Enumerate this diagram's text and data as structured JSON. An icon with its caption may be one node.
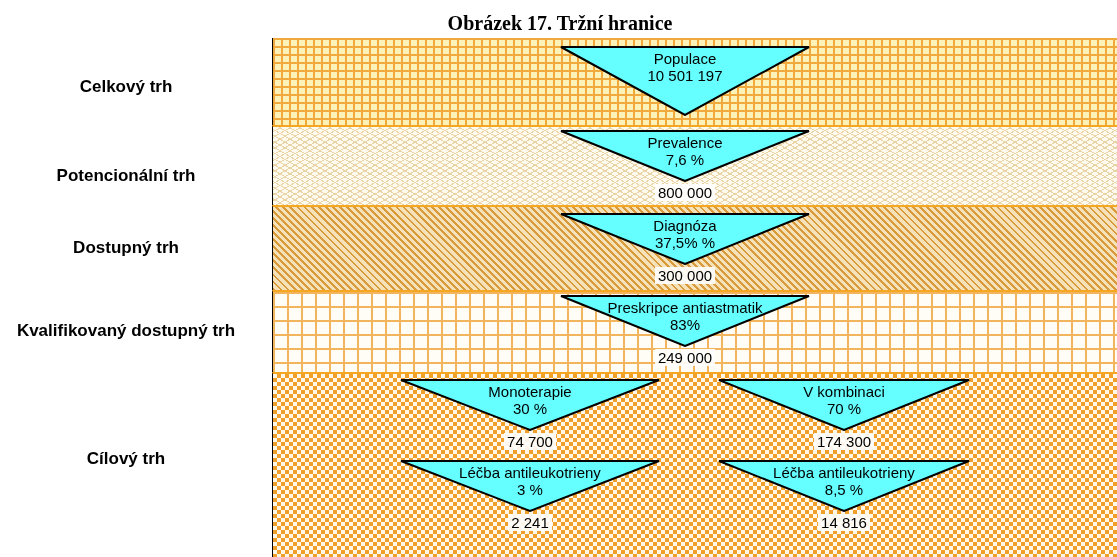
{
  "diagram": {
    "title": "Obrázek 17. Tržní hranice",
    "nodes": [
      {
        "text": [
          "Celkový trh"
        ]
      },
      {
        "text": [
          "Populace",
          "10 501 197"
        ],
        "in": 0
      },
      {
        "text": [
          "Potencionální trh"
        ]
      },
      {
        "text": [
          "Prevalence",
          "7,6 %",
          "800 000"
        ],
        "in": 2
      },
      {
        "text": [
          "Dostupný trh"
        ]
      },
      {
        "text": [
          "Diagnóza",
          "37,5% %",
          "300 000"
        ],
        "in": 4
      },
      {
        "text": [
          "Kvalifikovaný dostupný trh"
        ]
      },
      {
        "text": [
          "Preskripce antiastmatik",
          "83%",
          "249 000"
        ],
        "in": 6
      },
      {
        "text": [
          "Cílový trh"
        ]
      },
      {
        "text": [
          "Monoterapie",
          "30 %",
          "74 700"
        ],
        "in": 8
      },
      {
        "text": [
          "V kombinaci",
          "70 %",
          "174 300"
        ],
        "in": 8
      },
      {
        "text": [
          "Léčba antileukotrieny",
          "3 %",
          "2 241"
        ],
        "in": 8
      },
      {
        "text": [
          "Léčba antileukotrieny",
          "8,5 %",
          "14 816"
        ],
        "in": 8
      }
    ],
    "edges": []
  }
}
